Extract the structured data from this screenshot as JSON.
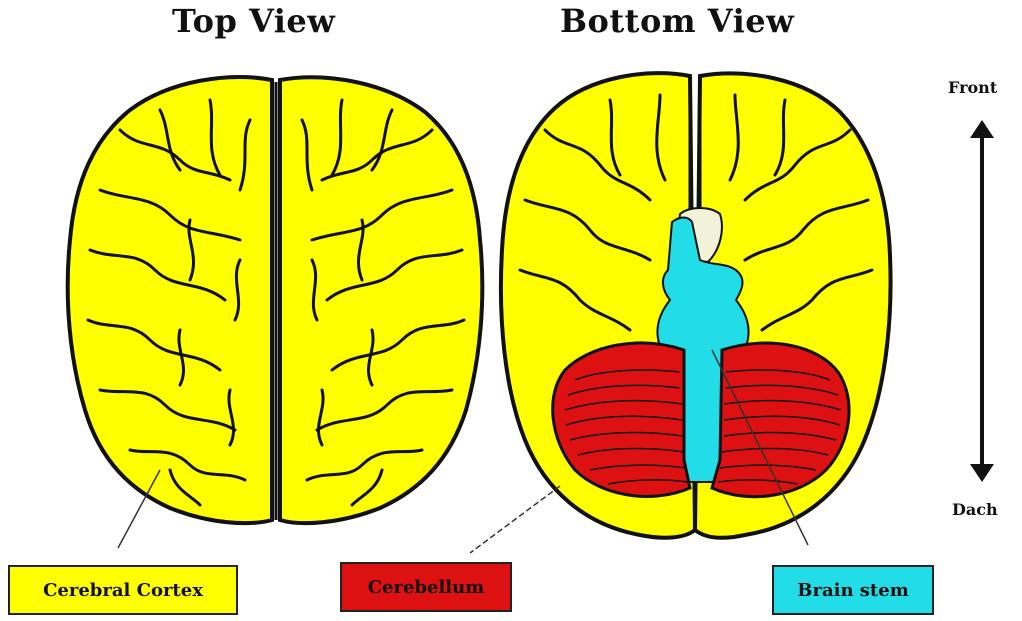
{
  "titles": {
    "top_view": "Top View",
    "bottom_view": "Bottom View"
  },
  "orientation": {
    "front": "Front",
    "back": "Dach"
  },
  "callouts": {
    "cerebral_cortex": "Cerebral Cortex",
    "cerebellum": "Cerebellum",
    "brain_stem": "Brain stem"
  },
  "colors": {
    "cortex": "#ffff00",
    "cerebellum": "#dd1111",
    "brain_stem": "#22dde8",
    "outline": "#111111"
  }
}
